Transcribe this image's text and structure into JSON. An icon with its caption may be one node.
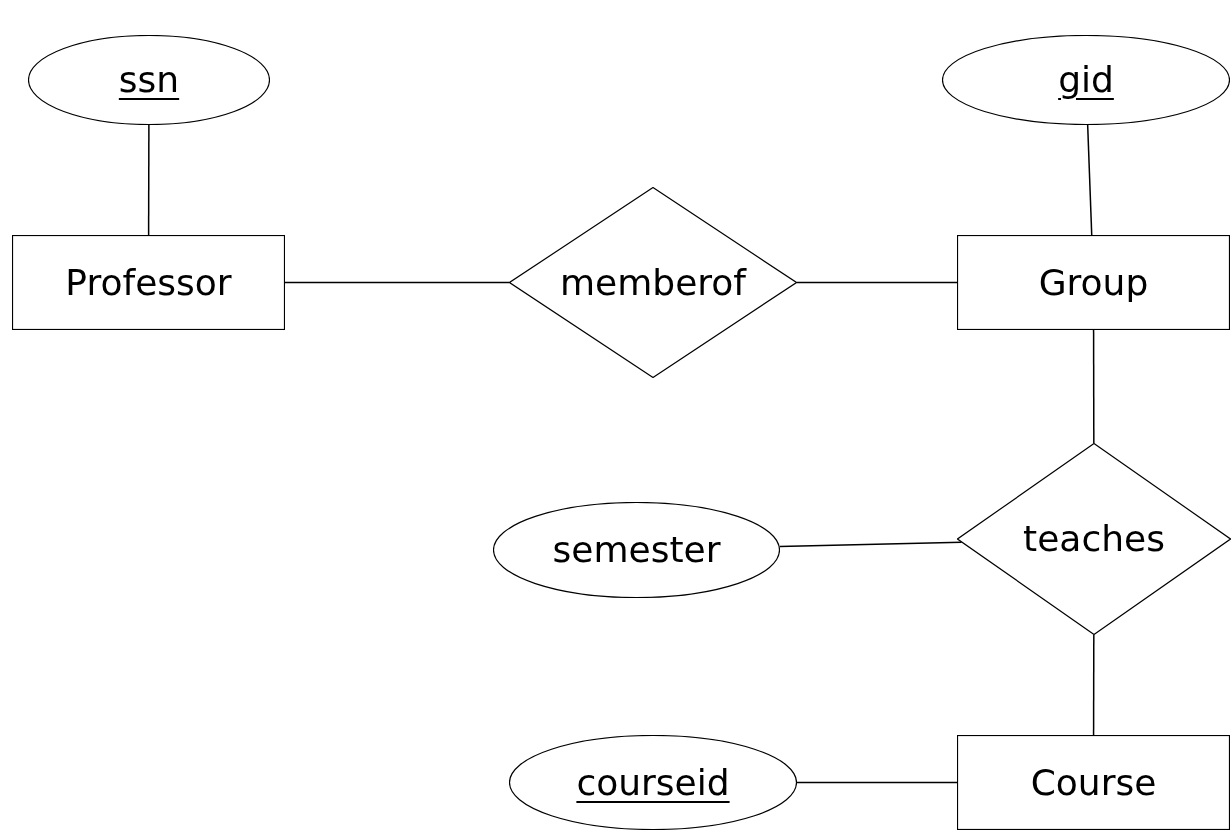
{
  "diagram": {
    "nodes": [
      {
        "text": [
          "ssn"
        ]
      },
      {
        "text": [
          "gid"
        ]
      },
      {
        "text": [
          "Professor"
        ]
      },
      {
        "text": [
          "memberof"
        ]
      },
      {
        "text": [
          "Group"
        ]
      },
      {
        "text": [
          "semester"
        ]
      },
      {
        "text": [
          "teaches"
        ]
      },
      {
        "text": [
          "courseid"
        ]
      },
      {
        "text": [
          "Course"
        ]
      }
    ],
    "edges": [
      {
        "from": 0,
        "to": 2,
        "arrow": "none"
      },
      {
        "from": 1,
        "to": 4,
        "arrow": "none"
      },
      {
        "from": 2,
        "to": 3,
        "arrow": "none"
      },
      {
        "from": 3,
        "to": 4,
        "arrow": "none"
      },
      {
        "from": 4,
        "to": 6,
        "arrow": "none"
      },
      {
        "from": 5,
        "to": 6,
        "arrow": "none"
      },
      {
        "from": 6,
        "to": 8,
        "arrow": "none"
      },
      {
        "from": 7,
        "to": 8,
        "arrow": "none"
      }
    ]
  }
}
